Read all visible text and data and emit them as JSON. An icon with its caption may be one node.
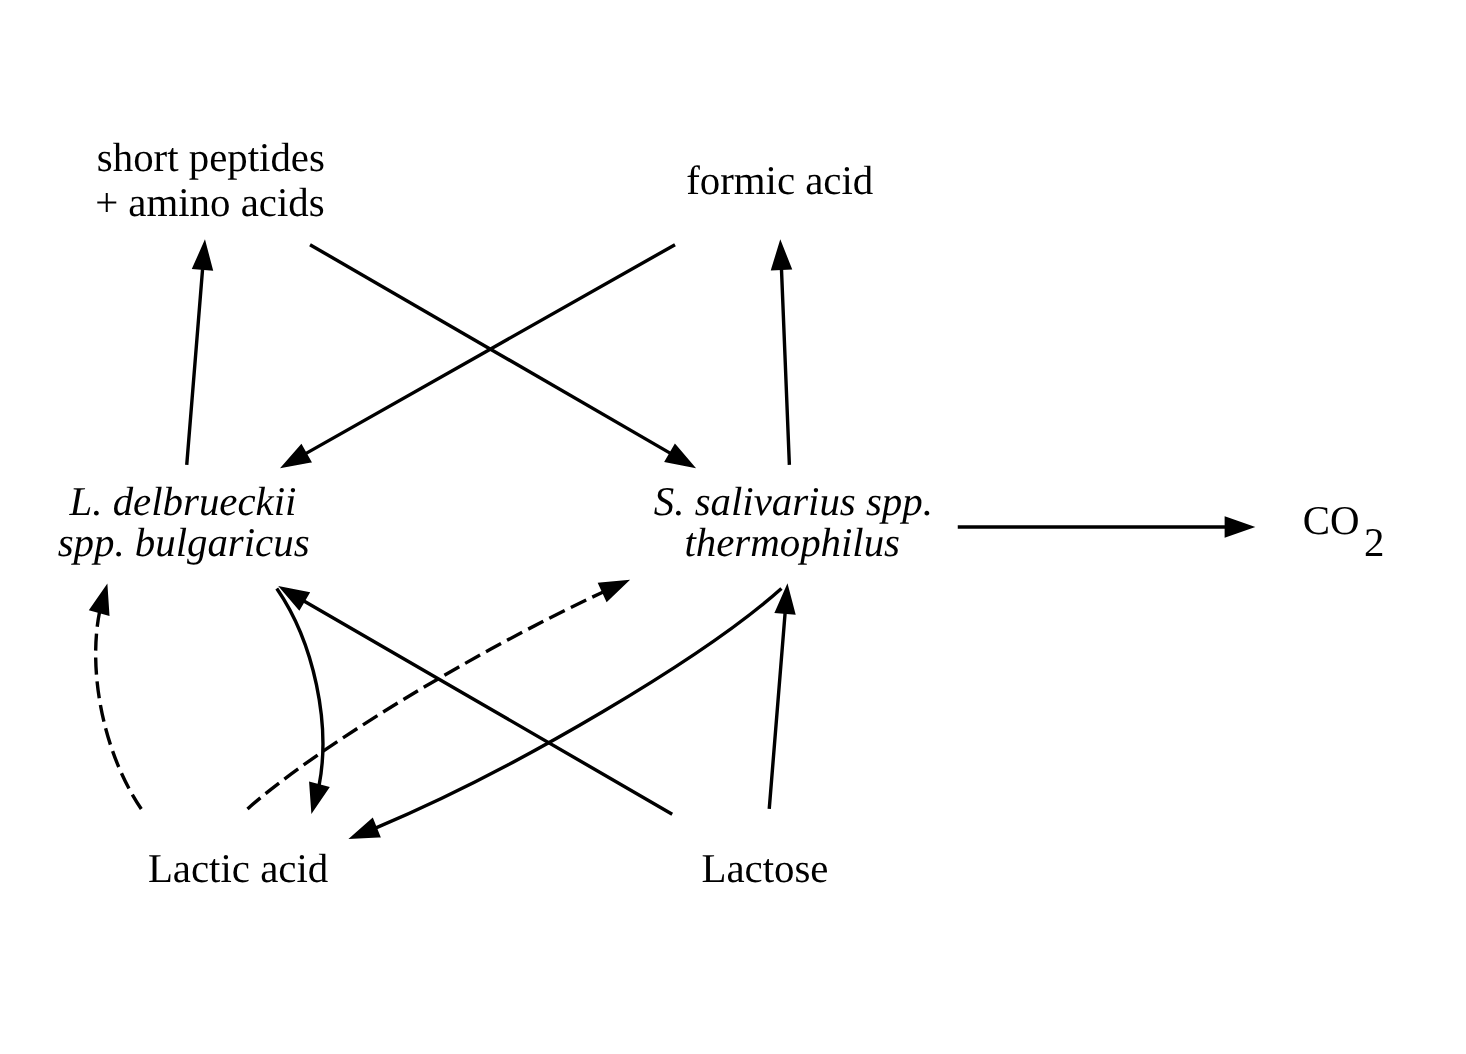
{
  "diagram": {
    "nodes": [
      {
        "text": [
          "Lactic acid"
        ]
      },
      {
        "text": [
          "formic acid"
        ]
      },
      {
        "text": [
          "short peptides + amino acids"
        ]
      },
      {
        "text": [
          "CO$_{2}$"
        ]
      },
      {
        "text": [
          "S. salivarius spp. thermophilus"
        ]
      },
      {
        "text": [
          "L. delbrueckii spp. bulgaricus"
        ]
      },
      {
        "text": [
          "Lactose"
        ]
      }
    ],
    "edges": [
      {
        "from": 4,
        "to": 0,
        "arrow": "to"
      },
      {
        "from": 0,
        "to": 4,
        "arrow": "to",
        "style": "dashed"
      },
      {
        "from": 5,
        "to": 0,
        "arrow": "to"
      },
      {
        "from": 0,
        "to": 5,
        "arrow": "to",
        "style": "dashed"
      },
      {
        "from": 4,
        "to": 1,
        "arrow": "to"
      },
      {
        "from": 5,
        "to": 2,
        "arrow": "to"
      },
      {
        "from": 4,
        "to": 3,
        "arrow": "to"
      },
      {
        "from": 1,
        "to": 5,
        "arrow": "to"
      },
      {
        "from": 2,
        "to": 4,
        "arrow": "to"
      },
      {
        "from": 6,
        "to": 4,
        "arrow": "to"
      },
      {
        "from": 6,
        "to": 5,
        "arrow": "to"
      }
    ]
  }
}
